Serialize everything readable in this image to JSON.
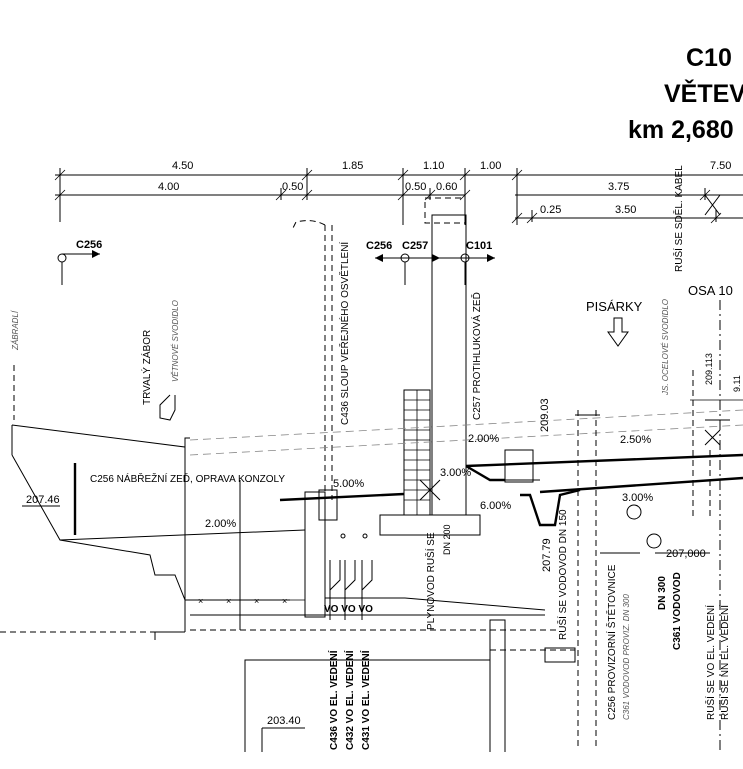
{
  "title": {
    "line1": "C10",
    "line2": "VĚTEV",
    "line3": "km 2,680"
  },
  "dimensions": {
    "top_row": [
      "4.50",
      "1.85",
      "1.10",
      "1.00",
      "7.50"
    ],
    "second_row": [
      "4.00",
      "0.50",
      "0.50",
      "0.60",
      "3.75"
    ],
    "third_row": [
      "0.25",
      "3.50"
    ]
  },
  "section_marks": {
    "left": "C256",
    "center_a": "C256",
    "center_b": "C257",
    "center_c": "C101"
  },
  "labels": {
    "pisarky": "PISÁRKY",
    "osa": "OSA 10",
    "trvaly_zabor": "TRVALÝ ZÁBOR",
    "vetnove_svodidlo": "VĚTNOVÉ SVODIDLO",
    "zabradli": "ZÁBRADLÍ",
    "sloup": "C436 SLOUP VEŘEJNÉHO OSVĚTLENÍ",
    "protihlukova": "C257 PROTIHLUKOVÁ ZEĎ",
    "nabrezni": "C256 NÁBŘEŽNÍ ZEĎ, OPRAVA KONZOLY",
    "rusi_se_kabel": "RUŠÍ SE SDĚL. KABEL",
    "plynovod": "PLYNOVOD RUŠÍ SE",
    "dn200": "DN 200",
    "dn300": "DN 300",
    "vodovod_rusi": "RUŠÍ SE VODOVOD DN 150",
    "provizorni": "C256 PROVIZORNÍ ŠTĚTOVNICE",
    "vodovod_proviz": "C361 VODOVOD PROVIZ. DN 300",
    "vodovod": "C361 VODOVOD",
    "vedeni_vo": "VO VO VO",
    "vedeni_label": "VEDENÍ VEDENÍ VEDENÍ",
    "c436_vo": "C436 VO EL. VEDENÍ",
    "c432_vo": "C432 VO EL. VEDENÍ",
    "c431_vo": "C431 VO EL. VEDENÍ",
    "rusi_vo": "RUŠÍ SE VO EL. VEDENÍ",
    "rusi_nn": "RUŠÍ SE NN EL. VEDENÍ",
    "js_svodidlo": "JS. OCELOVÉ SVODIDLO"
  },
  "levels": {
    "l1": "207.46",
    "l2": "203.40",
    "l3": "209.03",
    "l4": "207.79",
    "l5": "207,000",
    "l6": "209.113",
    "l7": "9.11"
  },
  "slopes": {
    "s1": "2.00%",
    "s2": "5.00%",
    "s3": "3.00%",
    "s4": "6.00%",
    "s5": "2.00%",
    "s6": "2.50%",
    "s7": "3.00%"
  }
}
